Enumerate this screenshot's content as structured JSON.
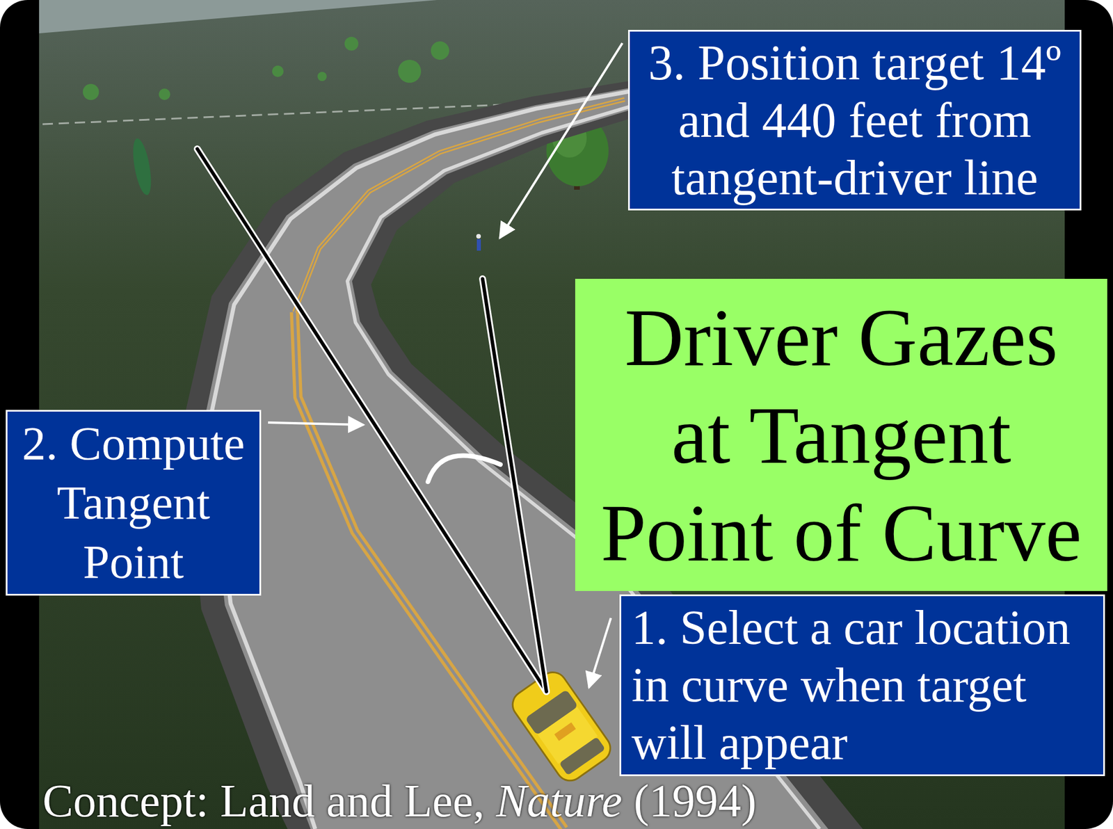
{
  "diagram": {
    "nodes": [
      {
        "text": [
          "3. Position target 14º and 440 feet from tangent-driver line"
        ]
      },
      {
        "text": [
          "Driver Gazes at Tangent Point of Curve"
        ]
      },
      {
        "text": [
          "2. Compute Tangent Point"
        ]
      },
      {
        "text": [
          "1. Select a car location in curve when target will appear"
        ]
      }
    ],
    "labels": [
      "Concept: Land and Lee,",
      "Nature",
      "(1994)"
    ]
  }
}
